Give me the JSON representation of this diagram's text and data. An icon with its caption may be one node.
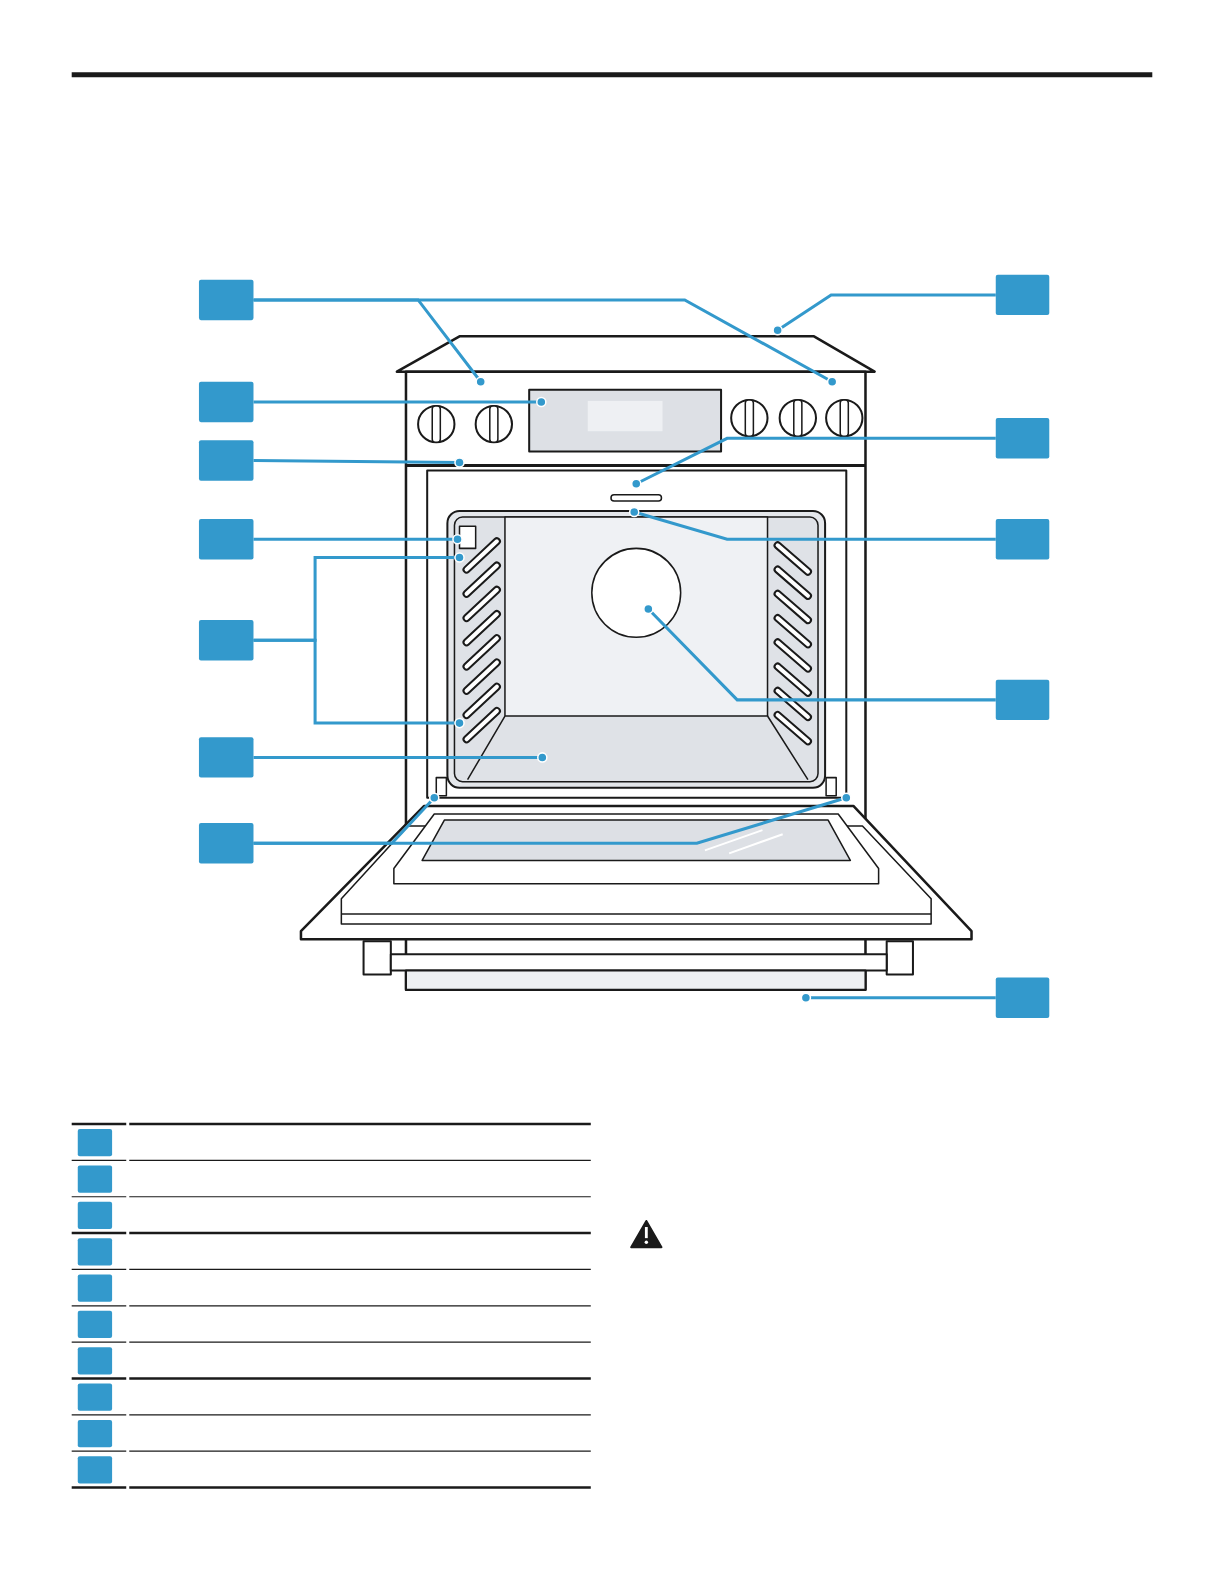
{
  "diagram": {
    "nodes": [
      {
        "text": [],
        "shape": "box"
      },
      {
        "text": [],
        "shape": "box"
      },
      {
        "text": [],
        "shape": "box"
      },
      {
        "text": [],
        "shape": "box"
      },
      {
        "text": [],
        "shape": "box"
      },
      {
        "text": [],
        "shape": "box"
      },
      {
        "text": [],
        "shape": "box"
      },
      {
        "text": [],
        "shape": "box"
      },
      {
        "text": [],
        "shape": "box"
      },
      {
        "text": [],
        "shape": "box"
      },
      {
        "text": [],
        "shape": "box"
      },
      {
        "text": [],
        "shape": "box"
      },
      {
        "text": [],
        "shape": "box"
      },
      {
        "text": [],
        "shape": "box"
      },
      {
        "text": [],
        "shape": "box"
      },
      {
        "text": [],
        "shape": "box"
      },
      {
        "text": [],
        "shape": "box"
      },
      {
        "text": [],
        "shape": "box"
      },
      {
        "text": [],
        "shape": "box"
      },
      {
        "text": [],
        "shape": "box"
      },
      {
        "text": [],
        "shape": "box"
      },
      {
        "text": [],
        "shape": "box"
      }
    ],
    "edges": [
      {
        "from": 0,
        "to": null,
        "arrow": "other"
      },
      {
        "from": 0,
        "to": null,
        "arrow": "other"
      },
      {
        "from": 1,
        "to": null,
        "arrow": "other"
      },
      {
        "from": 2,
        "to": null,
        "arrow": "other"
      },
      {
        "from": 3,
        "to": null,
        "arrow": "other"
      },
      {
        "from": 4,
        "to": null,
        "arrow": "other"
      },
      {
        "from": 5,
        "to": null,
        "arrow": "other"
      },
      {
        "from": 6,
        "to": null,
        "arrow": "other"
      },
      {
        "from": 7,
        "to": null,
        "arrow": "other"
      },
      {
        "from": 7,
        "to": null,
        "arrow": "other"
      },
      {
        "from": 8,
        "to": null,
        "arrow": "other"
      },
      {
        "from": 9,
        "to": null,
        "arrow": "other"
      },
      {
        "from": 10,
        "to": null,
        "arrow": "other"
      },
      {
        "from": 10,
        "to": null,
        "arrow": "other"
      },
      {
        "from": 11,
        "to": null,
        "arrow": "other"
      }
    ]
  }
}
